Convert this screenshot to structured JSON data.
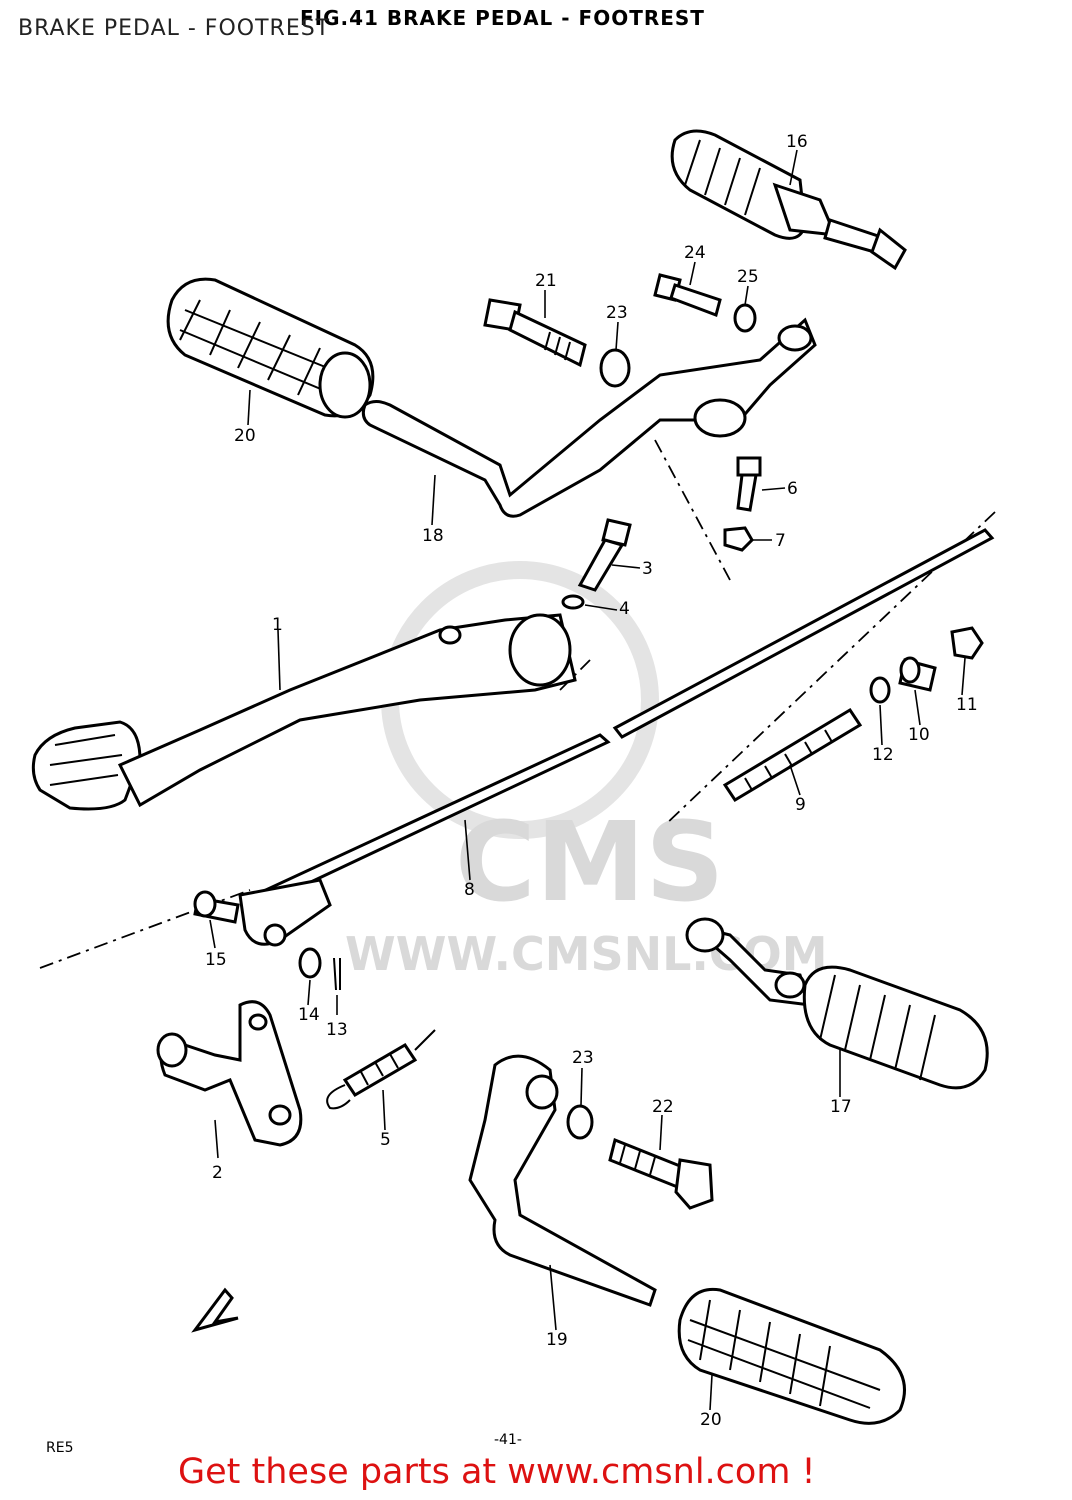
{
  "page": {
    "overlay_title": "BRAKE PEDAL - FOOTREST",
    "figure_title": "FIG.41  BRAKE PEDAL - FOOTREST",
    "page_number": "-41-",
    "model_code": "RE5",
    "footer_cta": "Get these parts at www.cmsnl.com !",
    "watermark": {
      "brand": "CMS",
      "url": "WWW.CMSNL.COM"
    },
    "front_arrow": "FWD"
  },
  "colors": {
    "footer": "#dd1111",
    "watermark": "#d9d9d9",
    "ink": "#000000"
  },
  "parts": [
    {
      "ref": "1",
      "name": "brake pedal"
    },
    {
      "ref": "2",
      "name": "brake lever"
    },
    {
      "ref": "3",
      "name": "bolt"
    },
    {
      "ref": "4",
      "name": "washer"
    },
    {
      "ref": "5",
      "name": "spring"
    },
    {
      "ref": "6",
      "name": "bolt"
    },
    {
      "ref": "7",
      "name": "nut"
    },
    {
      "ref": "8",
      "name": "brake rod"
    },
    {
      "ref": "9",
      "name": "spring"
    },
    {
      "ref": "10",
      "name": "joint"
    },
    {
      "ref": "11",
      "name": "nut"
    },
    {
      "ref": "12",
      "name": "washer"
    },
    {
      "ref": "13",
      "name": "cotter pin"
    },
    {
      "ref": "14",
      "name": "washer"
    },
    {
      "ref": "15",
      "name": "pin"
    },
    {
      "ref": "16",
      "name": "footrest"
    },
    {
      "ref": "17",
      "name": "footrest"
    },
    {
      "ref": "18",
      "name": "footrest bracket"
    },
    {
      "ref": "19",
      "name": "footrest bracket"
    },
    {
      "ref": "20",
      "name": "footrest rubber"
    },
    {
      "ref": "21",
      "name": "bolt"
    },
    {
      "ref": "22",
      "name": "bolt"
    },
    {
      "ref": "23",
      "name": "washer"
    },
    {
      "ref": "24",
      "name": "bolt"
    },
    {
      "ref": "25",
      "name": "washer"
    }
  ],
  "callouts": {
    "c1": "1",
    "c2": "2",
    "c3": "3",
    "c4": "4",
    "c5": "5",
    "c6": "6",
    "c7": "7",
    "c8": "8",
    "c9": "9",
    "c10": "10",
    "c11": "11",
    "c12": "12",
    "c13": "13",
    "c14": "14",
    "c15": "15",
    "c16": "16",
    "c17": "17",
    "c18": "18",
    "c19": "19",
    "c20a": "20",
    "c20b": "20",
    "c21": "21",
    "c22": "22",
    "c23a": "23",
    "c23b": "23",
    "c24": "24",
    "c25": "25"
  }
}
